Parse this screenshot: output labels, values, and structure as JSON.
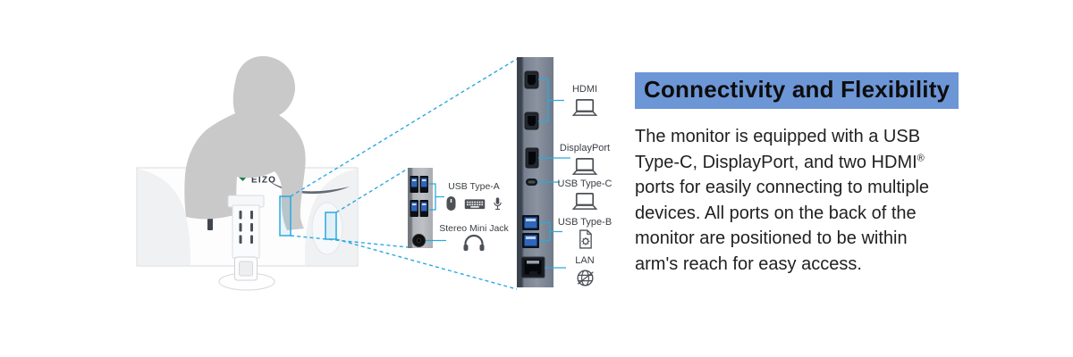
{
  "brand": {
    "logo_text": "EIZO"
  },
  "callouts": {
    "usb_a": {
      "label": "USB Type-A",
      "icons": [
        "mouse-icon",
        "keyboard-icon",
        "microphone-icon"
      ]
    },
    "stereo_jack": {
      "label": "Stereo Mini Jack",
      "icons": [
        "headphones-icon"
      ]
    },
    "hdmi": {
      "label": "HDMI",
      "icon": "laptop-icon",
      "port_count": 2
    },
    "displayport": {
      "label": "DisplayPort",
      "icon": "laptop-icon",
      "port_count": 1
    },
    "usb_c": {
      "label": "USB Type-C",
      "icon": "laptop-icon",
      "port_count": 1
    },
    "usb_b": {
      "label": "USB Type-B",
      "icon": "document-gear-icon",
      "port_count": 2
    },
    "lan": {
      "label": "LAN",
      "icon": "globe-icon",
      "port_count": 1
    }
  },
  "content": {
    "heading": "Connectivity and Flexibility",
    "paragraph_lines": [
      "The monitor is equipped with a USB",
      "Type-C, DisplayPort, and two HDMI",
      "ports for easily connecting to multiple",
      "devices. All ports on the back of the",
      "monitor are positioned to be within",
      "arm's reach for easy access."
    ],
    "registered_mark": "®"
  },
  "colors": {
    "accent_blue": "#2BA9E0",
    "heading_highlight": "#6D96D6",
    "silhouette_gray": "#C9C9C9",
    "usb_port_blue": "#2F66BB",
    "panel_slate": "#848D9B"
  }
}
